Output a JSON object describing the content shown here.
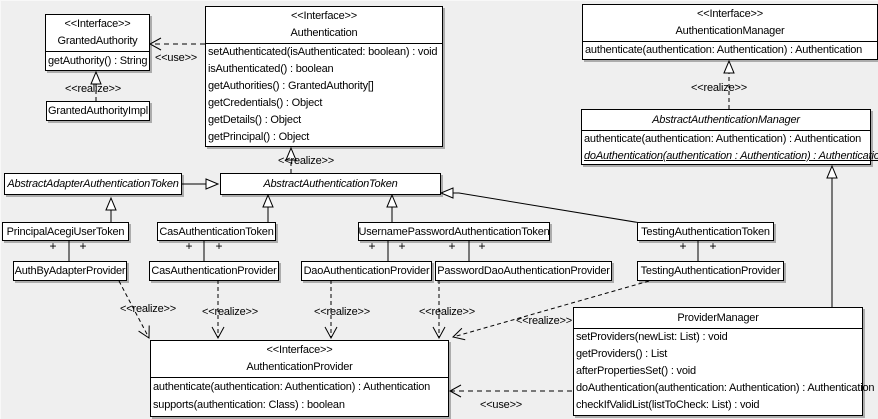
{
  "diagram": {
    "background": "#efefef",
    "stereotype_interface": "<<Interface>>",
    "label_realize": "<<realize>>",
    "label_use": "<<use>>",
    "plus": "+"
  },
  "classes": {
    "granted_authority": {
      "stereotype": "<<Interface>>",
      "name": "GrantedAuthority",
      "methods": [
        "getAuthority() : String"
      ]
    },
    "granted_authority_impl": {
      "name": "GrantedAuthorityImpl"
    },
    "authentication": {
      "stereotype": "<<Interface>>",
      "name": "Authentication",
      "methods": [
        "setAuthenticated(isAuthenticated: boolean) : void",
        "isAuthenticated() : boolean",
        "getAuthorities() : GrantedAuthority[]",
        "getCredentials() : Object",
        "getDetails() : Object",
        "getPrincipal() : Object"
      ]
    },
    "authentication_manager": {
      "stereotype": "<<Interface>>",
      "name": "AuthenticationManager",
      "methods": [
        "authenticate(authentication: Authentication) : Authentication"
      ]
    },
    "abstract_authentication_manager": {
      "name": "AbstractAuthenticationManager",
      "methods": [
        "authenticate(authentication: Authentication) : Authentication",
        "doAuthentication(authentication : Authentication) : Authentication"
      ]
    },
    "abstract_adapter_authentication_token": {
      "name": "AbstractAdapterAuthenticationToken"
    },
    "abstract_authentication_token": {
      "name": "AbstractAuthenticationToken"
    },
    "principal_acegi_user_token": {
      "name": "PrincipalAcegiUserToken"
    },
    "cas_authentication_token": {
      "name": "CasAuthenticationToken"
    },
    "username_password_authentication_token": {
      "name": "UsernamePasswordAuthenticationToken"
    },
    "testing_authentication_token": {
      "name": "TestingAuthenticationToken"
    },
    "auth_by_adapter_provider": {
      "name": "AuthByAdapterProvider"
    },
    "cas_authentication_provider": {
      "name": "CasAuthenticationProvider"
    },
    "dao_authentication_provider": {
      "name": "DaoAuthenticationProvider"
    },
    "password_dao_authentication_provider": {
      "name": "PasswordDaoAuthenticationProvider"
    },
    "testing_authentication_provider": {
      "name": "TestingAuthenticationProvider"
    },
    "authentication_provider": {
      "stereotype": "<<Interface>>",
      "name": "AuthenticationProvider",
      "methods": [
        "authenticate(authentication: Authentication) : Authentication",
        "supports(authentication: Class) : boolean"
      ]
    },
    "provider_manager": {
      "name": "ProviderManager",
      "methods": [
        "setProviders(newList: List) : void",
        "getProviders() : List",
        "afterPropertiesSet() : void",
        "doAuthentication(authentication: Authentication) : Authentication",
        "checkIfValidList(listToCheck: List) : void"
      ]
    }
  }
}
